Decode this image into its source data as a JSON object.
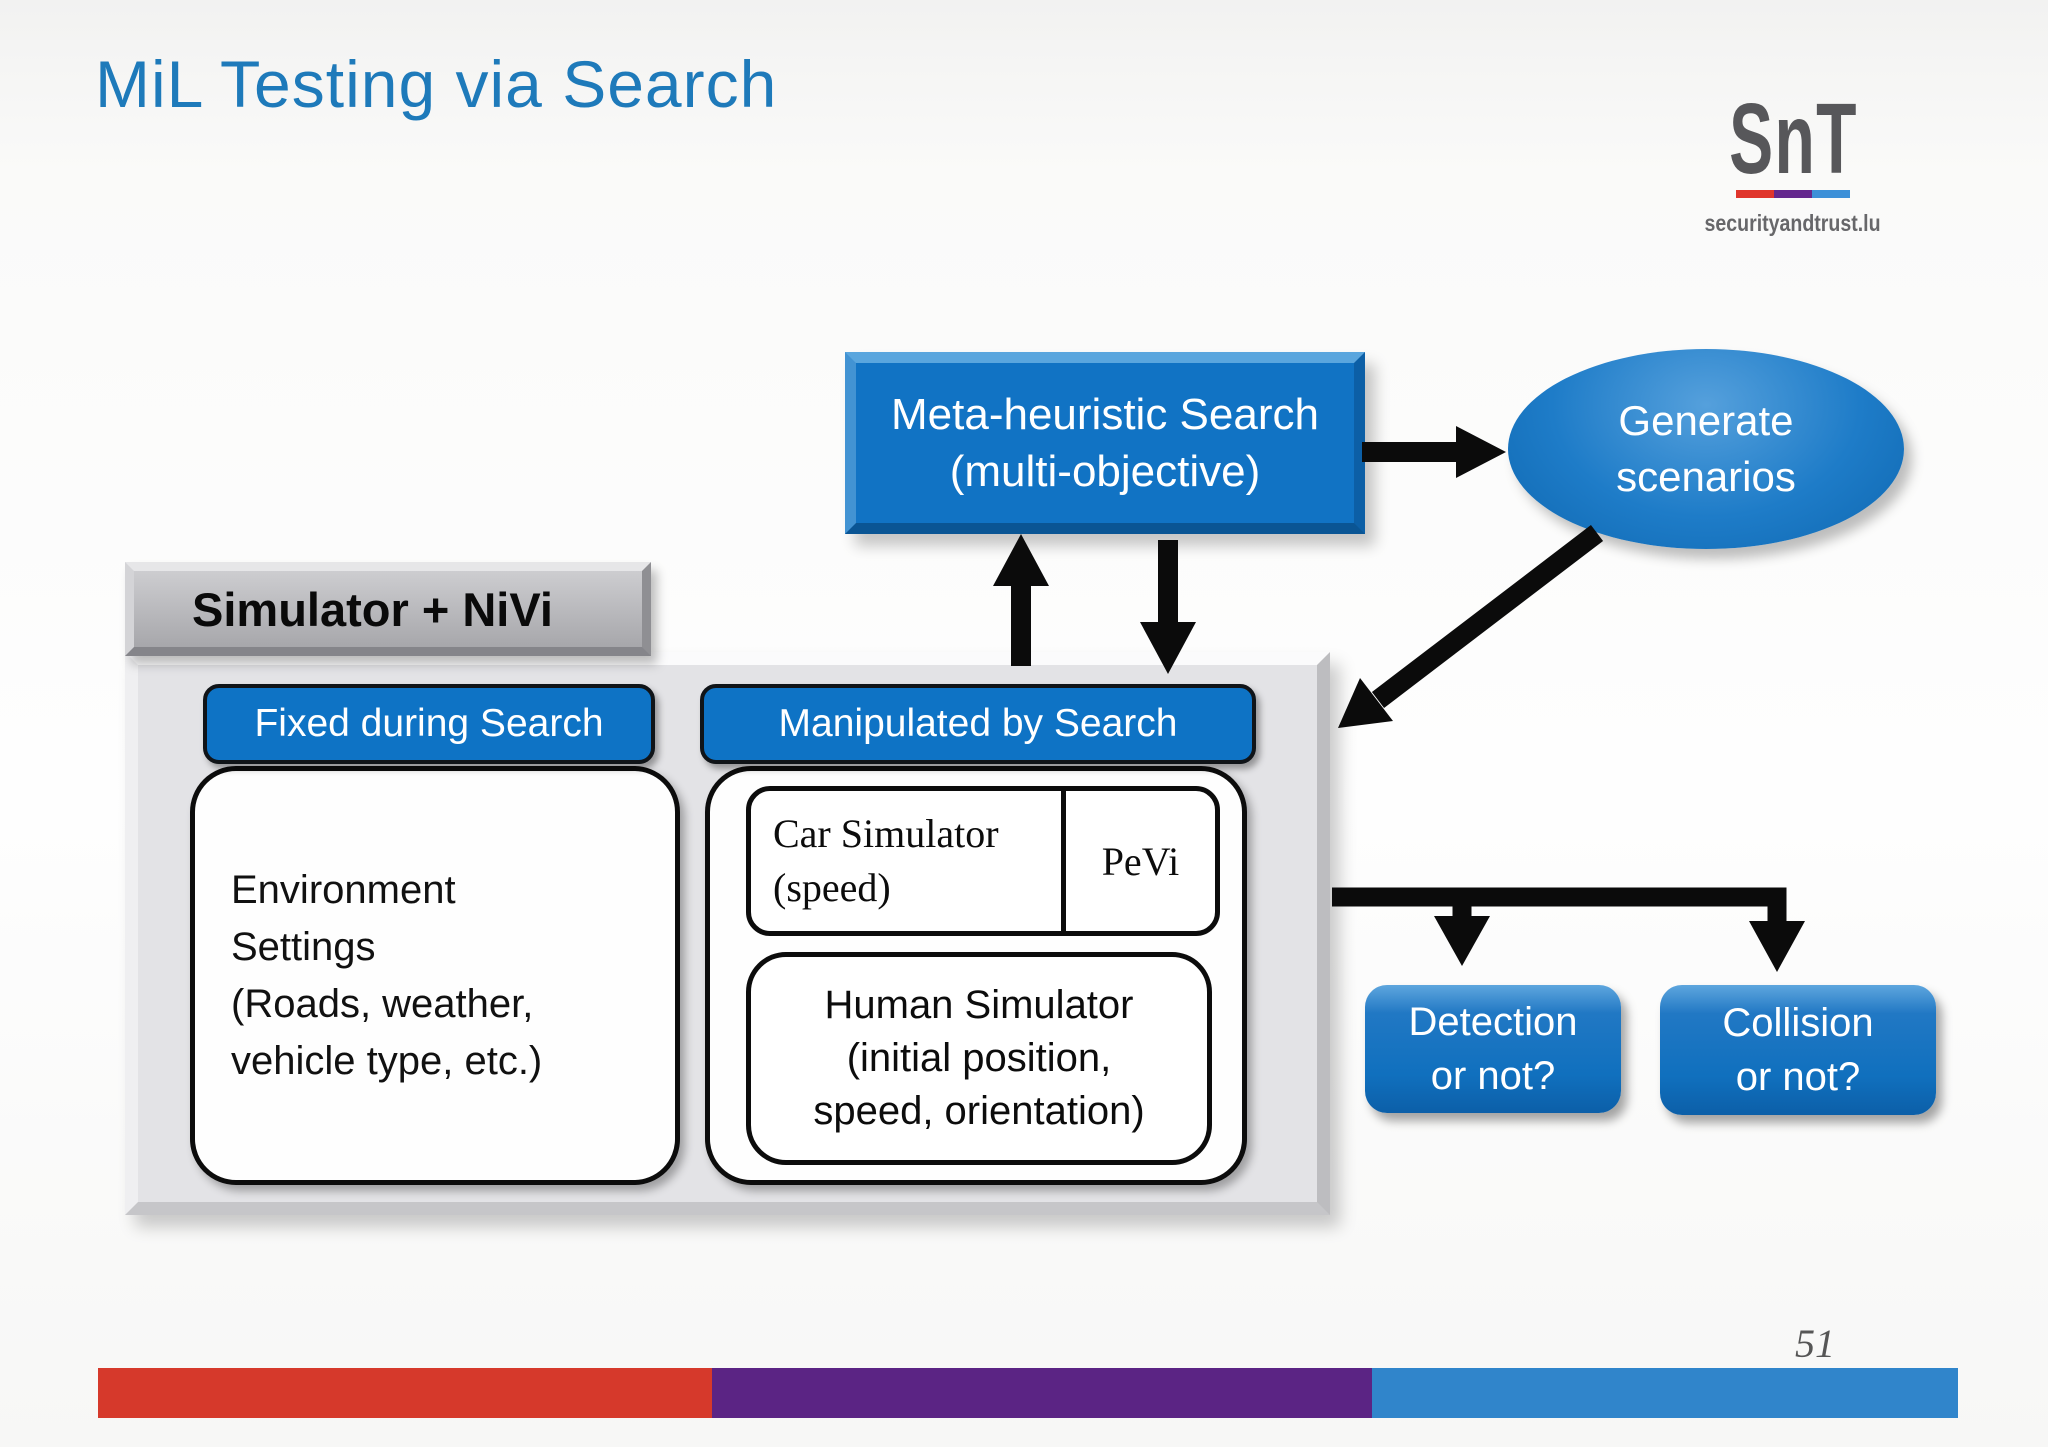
{
  "slide": {
    "title": "MiL Testing via Search",
    "page_number": "51"
  },
  "logo": {
    "acronym": "SnT",
    "domain": "securityandtrust.lu",
    "underline_colors": [
      "#E0352C",
      "#64278D",
      "#3C90D8"
    ]
  },
  "diagram": {
    "meta_search": "Meta-heuristic Search\n(multi-objective)",
    "generate_scenarios": "Generate\nscenarios",
    "simulator_title": "Simulator + NiVi",
    "fixed_header": "Fixed during Search",
    "environment_settings": "Environment\nSettings\n(Roads, weather,\nvehicle type, etc.)",
    "manipulated_header": "Manipulated by Search",
    "car_simulator": "Car Simulator\n(speed)",
    "pevi": "PeVi",
    "human_simulator": "Human Simulator\n(initial position,\nspeed, orientation)",
    "detection": "Detection\nor not?",
    "collision": "Collision\nor not?"
  },
  "colors": {
    "title_blue": "#1E7ABA",
    "node_blue": "#1173C4",
    "arrow_black": "#0B0B0B",
    "panel_gray": "#E3E3E6",
    "footer_red": "#D6392B",
    "footer_purple": "#5B2484",
    "footer_blue": "#3085CB"
  }
}
